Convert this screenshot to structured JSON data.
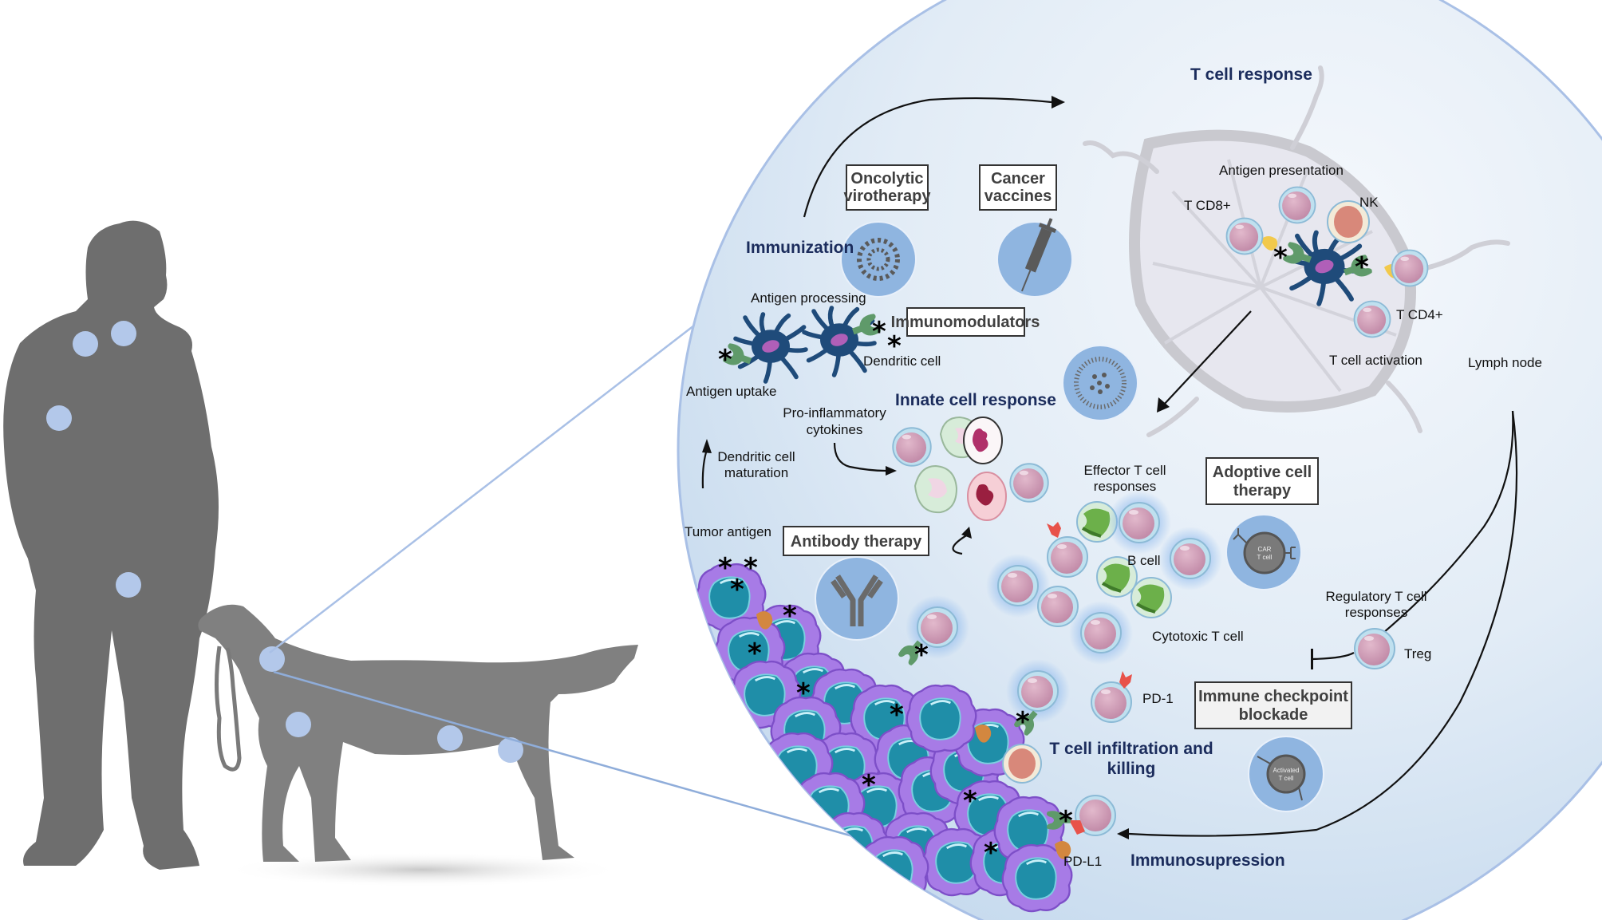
{
  "headings": {
    "immunization": "Immunization",
    "t_cell_response": "T cell response",
    "innate_cell_response": "Innate cell response",
    "t_cell_infiltration_1": "T cell infiltration and",
    "t_cell_infiltration_2": "killing",
    "immunosuppression": "Immunosupression"
  },
  "therapy_boxes": {
    "oncolytic_1": "Oncolytic",
    "oncolytic_2": "virotherapy",
    "vaccines_1": "Cancer",
    "vaccines_2": "vaccines",
    "immunomodulators": "Immunomodulators",
    "antibody": "Antibody therapy",
    "adoptive_1": "Adoptive cell",
    "adoptive_2": "therapy",
    "checkpoint_1": "Immune checkpoint",
    "checkpoint_2": "blockade"
  },
  "labels": {
    "antigen_processing": "Antigen processing",
    "dendritic_cell": "Dendritic cell",
    "antigen_uptake": "Antigen uptake",
    "pro_inflammatory_1": "Pro-inflammatory",
    "pro_inflammatory_2": "cytokines",
    "dc_maturation_1": "Dendritic cell",
    "dc_maturation_2": "maturation",
    "tumor_antigen": "Tumor antigen",
    "antigen_presentation": "Antigen presentation",
    "t_cd8": "T CD8+",
    "nk": "NK",
    "t_cd4": "T CD4+",
    "t_cell_activation": "T cell activation",
    "lymph_node": "Lymph node",
    "effector_1": "Effector T cell",
    "effector_2": "responses",
    "b_cell": "B cell",
    "cytotoxic": "Cytotoxic T cell",
    "regulatory_1": "Regulatory T cell",
    "regulatory_2": "responses",
    "treg": "Treg",
    "pd1": "PD-1",
    "pdl1": "PD-L1",
    "car_1": "CAR",
    "car_2": "T cell",
    "activated_1": "Activated",
    "activated_2": "T cell",
    "asterisk": "*"
  },
  "colors": {
    "silhouette_human": "#6e6e6e",
    "silhouette_dog": "#808080",
    "lymph_marker": "#b3c8ea",
    "zoom_circle_edge": "#a9c0e6",
    "heading_navy": "#1b2c5c",
    "therapy_icon_bg": "#8fb5e0",
    "tumor_purple": "#a77be6",
    "tumor_nucleus": "#1f8ea8",
    "t_cell_pink": "#cf9bb5",
    "dendritic_navy": "#1f4b7a"
  }
}
